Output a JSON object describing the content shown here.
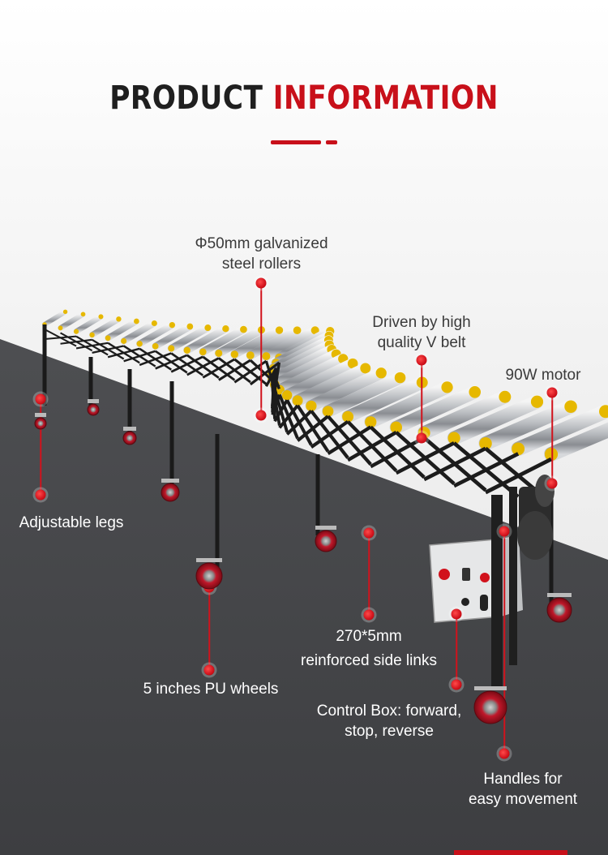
{
  "header": {
    "title_dark": "PRODUCT",
    "title_red": "INFORMATION"
  },
  "colors": {
    "accent_red": "#c8101a",
    "title_dark": "#1f1f1f",
    "bg_light": "#f2f2f2",
    "bg_dark": "#4f5053"
  },
  "callouts": {
    "rollers": {
      "line1": "Φ50mm galvanized",
      "line2": "steel rollers"
    },
    "belt": {
      "line1": "Driven by high",
      "line2": "quality V belt"
    },
    "motor": {
      "line1": "90W motor"
    },
    "legs": {
      "line1": "Adjustable legs"
    },
    "links": {
      "line1": "270*5mm",
      "line2": "reinforced side links"
    },
    "wheels": {
      "line1": "5 inches PU wheels"
    },
    "control": {
      "line1": "Control Box: forward,",
      "line2": "stop, reverse"
    },
    "handles": {
      "line1": "Handles for",
      "line2": "easy movement"
    }
  },
  "icons": {
    "callout_marker": "red-dot-icon"
  }
}
